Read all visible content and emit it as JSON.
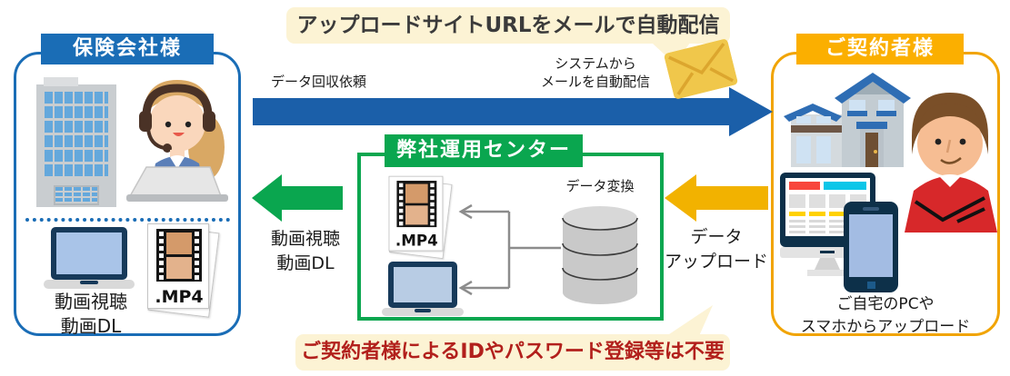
{
  "colors": {
    "blue": "#1a6db6",
    "arrow_blue": "#1b5fa9",
    "green": "#0aa64f",
    "orange_header": "#fbaf00",
    "orange_border": "#f1a402",
    "arrow_yellow": "#f2b200",
    "cream": "#fcf3d4",
    "red_text": "#b2201c",
    "connector_gray": "#8c8c8c"
  },
  "top_banner": {
    "text": "アップロードサイトURLをメールで自動配信"
  },
  "bottom_banner": {
    "text": "ご契約者様によるIDやパスワード登録等は不要"
  },
  "left_box": {
    "title": "保険会社様",
    "mp4_label": ".MP4",
    "caption_line1": "動画視聴",
    "caption_line2": "動画DL"
  },
  "center_box": {
    "title": "弊社運用センター",
    "db_label": "データ変換",
    "mp4_label": ".MP4"
  },
  "right_box": {
    "title": "ご契約者様",
    "caption_line1": "ご自宅のPCや",
    "caption_line2": "スマホからアップロード"
  },
  "flows": {
    "request_label": "データ回収依頼",
    "auto_mail_line1": "システムから",
    "auto_mail_line2": "メールを自動配信",
    "view_dl_line1": "動画視聴",
    "view_dl_line2": "動画DL",
    "upload_line1": "データ",
    "upload_line2": "アップロード"
  }
}
